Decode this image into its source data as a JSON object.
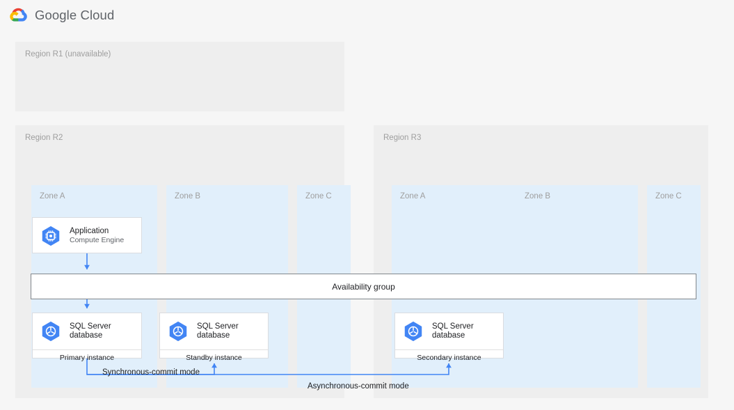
{
  "header": {
    "logo_icon": "google-cloud-logo",
    "wordmark": "Google Cloud"
  },
  "colors": {
    "page_background": "#f6f6f6",
    "region_background": "#eeeeee",
    "zone_background": "#e1effb",
    "connector": "#4285f4",
    "card_border": "#dadce0",
    "availability_group_border": "#80868b",
    "muted_text": "#9e9e9e",
    "primary_text": "#202124",
    "icon_blue": "#4285f4"
  },
  "diagram": {
    "regions": [
      {
        "id": "r1",
        "label": "Region R1 (unavailable)",
        "available": false,
        "zones": []
      },
      {
        "id": "r2",
        "label": "Region R2",
        "available": true,
        "zones": [
          {
            "id": "r2-zone-a",
            "label": "Zone A"
          },
          {
            "id": "r2-zone-b",
            "label": "Zone B"
          },
          {
            "id": "r2-zone-c",
            "label": "Zone C"
          }
        ]
      },
      {
        "id": "r3",
        "label": "Region R3",
        "available": true,
        "zones": [
          {
            "id": "r3-zone-a",
            "label": "Zone A"
          },
          {
            "id": "r3-zone-b",
            "label": "Zone B"
          },
          {
            "id": "r3-zone-c",
            "label": "Zone C"
          }
        ]
      }
    ],
    "nodes": [
      {
        "id": "app",
        "icon": "compute-engine-icon",
        "title": "Application",
        "subtitle": "Compute Engine",
        "footer": "",
        "region": "r2",
        "zone": "Zone A"
      },
      {
        "id": "db-primary",
        "icon": "sql-server-database-icon",
        "title": "SQL Server\ndatabase",
        "subtitle": "",
        "footer": "Primary instance",
        "region": "r2",
        "zone": "Zone A"
      },
      {
        "id": "db-standby",
        "icon": "sql-server-database-icon",
        "title": "SQL Server\ndatabase",
        "subtitle": "",
        "footer": "Standby instance",
        "region": "r2",
        "zone": "Zone B"
      },
      {
        "id": "db-secondary",
        "icon": "sql-server-database-icon",
        "title": "SQL Server\ndatabase",
        "subtitle": "",
        "footer": "Secondary instance",
        "region": "r3",
        "zone": "Zone A"
      }
    ],
    "availability_group": {
      "label": "Availability group"
    },
    "connectors": [
      {
        "id": "app-to-ag",
        "label": "",
        "from": "app",
        "to": "availability-group",
        "direction": "down"
      },
      {
        "id": "ag-to-primary",
        "label": "",
        "from": "availability-group",
        "to": "db-primary",
        "direction": "down"
      },
      {
        "id": "sync",
        "label": "Synchronous-commit mode",
        "from": "db-primary",
        "to": "db-standby",
        "direction": "up"
      },
      {
        "id": "async",
        "label": "Asynchronous-commit mode",
        "from": "db-primary",
        "to": "db-secondary",
        "direction": "up"
      }
    ]
  }
}
